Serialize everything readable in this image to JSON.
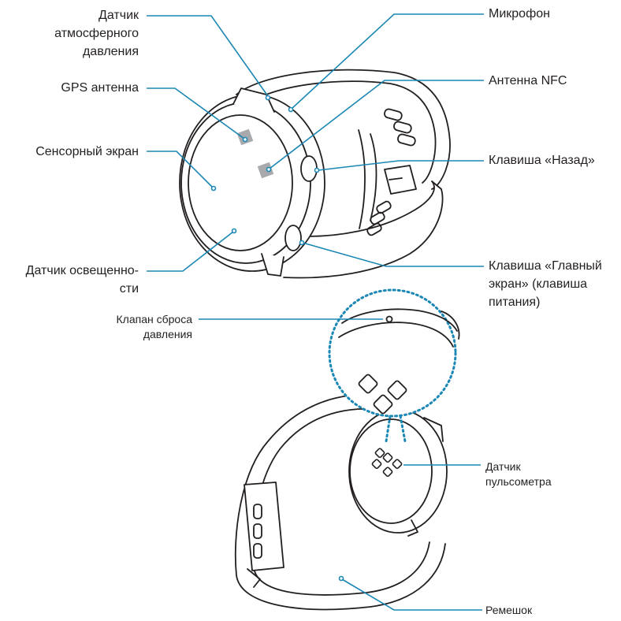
{
  "labels": {
    "barometer": [
      "Датчик",
      "атмосферного",
      "давления"
    ],
    "gps": [
      "GPS антенна"
    ],
    "touchscreen": [
      "Сенсорный экран"
    ],
    "light_sensor": [
      "Датчик освещенно-",
      "сти"
    ],
    "microphone": [
      "Микрофон"
    ],
    "nfc": [
      "Антенна NFC"
    ],
    "back_key": [
      "Клавиша «Назад»"
    ],
    "home_key": [
      "Клавиша «Главный",
      "экран» (клавиша",
      "питания)"
    ],
    "pressure_vent": [
      "Клапан сброса",
      "давления"
    ],
    "heart_sensor": [
      "Датчик",
      "пульсометра"
    ],
    "strap": [
      "Ремешок"
    ]
  },
  "colors": {
    "leader": "#1b87b4",
    "outline": "#231f20",
    "sensor_fill": "#a7a9ac"
  }
}
